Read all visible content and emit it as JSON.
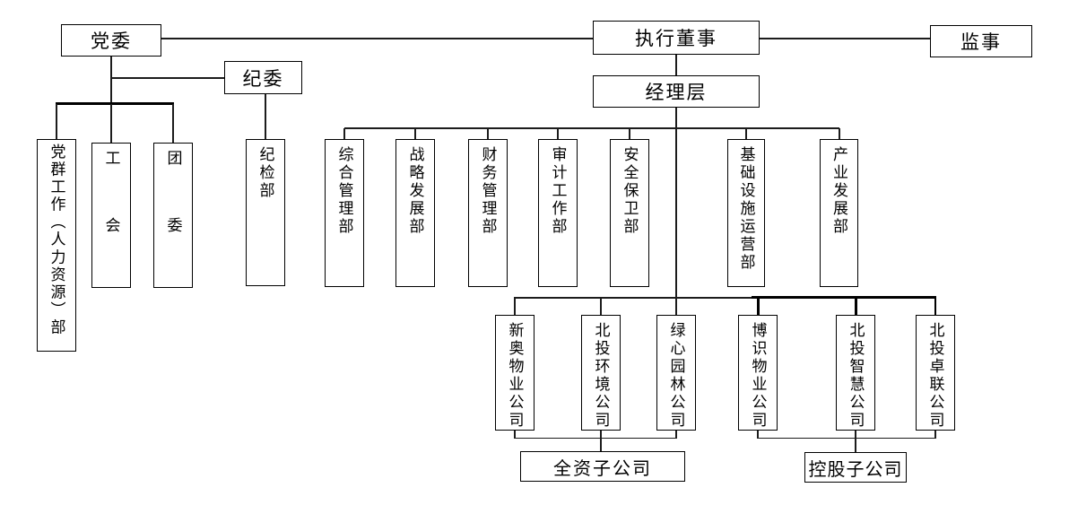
{
  "org": {
    "top": {
      "party_committee": "党委",
      "executive_director": "执行董事",
      "supervisor": "监事"
    },
    "second": {
      "discipline_committee": "纪委",
      "management_team": "经理层"
    },
    "party_departments": [
      "党群工作（人力资源）部",
      "工会",
      "团委"
    ],
    "discipline_department": "纪检部",
    "departments": [
      "综合管理部",
      "战略发展部",
      "财务管理部",
      "审计工作部",
      "安全保卫部",
      "基础设施运营部",
      "产业发展部"
    ],
    "wholly_owned_subsidiaries": [
      "新奥物业公司",
      "北投环境公司",
      "绿心园林公司"
    ],
    "holding_subsidiaries": [
      "博识物业公司",
      "北投智慧公司",
      "北投卓联公司"
    ],
    "groups": {
      "wholly_owned_label": "全资子公司",
      "holding_label": "控股子公司"
    },
    "colors": {
      "line": "#000000",
      "background": "#ffffff",
      "text": "#000000"
    }
  }
}
